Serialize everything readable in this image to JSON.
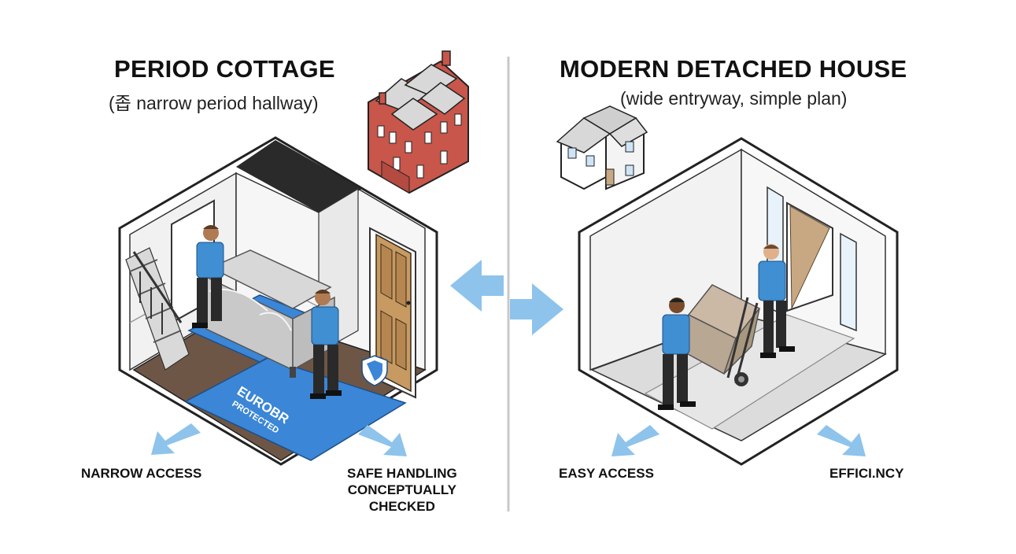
{
  "left_panel": {
    "title": "PERIOD COTTAGE",
    "subtitle": "(좁 narrow period hallway)",
    "mat_brand": "EUROBR",
    "mat_label": "PROTECTED",
    "caption_left": "NARROW ACCESS",
    "caption_right_lines": [
      "SAFE HANDLING",
      "CONCEPTUALLY",
      "CHECKED"
    ]
  },
  "right_panel": {
    "title": "MODERN DETACHED HOUSE",
    "subtitle": "(wide entryway, simple plan)",
    "caption_left": "EASY ACCESS",
    "caption_right": "EFFICI.NCY"
  },
  "colors": {
    "accent_blue": "#3b86d6",
    "arrow_blue": "#8ec3ec",
    "brick_red": "#c8564a",
    "divider": "#c9c9c9",
    "uniform_blue": "#3f8fd2"
  },
  "icons": [
    "double-arrow-icon",
    "shield-icon",
    "terraced-house-icon",
    "detached-house-icon",
    "down-left-arrow-icon",
    "down-right-arrow-icon"
  ]
}
